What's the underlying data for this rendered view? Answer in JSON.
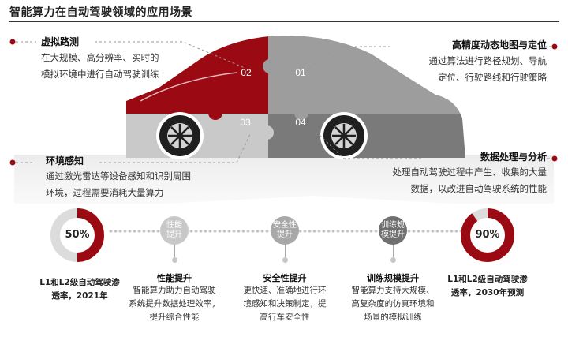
{
  "header": {
    "title": "智能算力在自动驾驶领域的应用场景"
  },
  "quadrants": {
    "q1": {
      "label": "01"
    },
    "q2": {
      "label": "02"
    },
    "q3": {
      "label": "03"
    },
    "q4": {
      "label": "04"
    }
  },
  "virtual_test": {
    "title": "虚拟路测",
    "lines": [
      "在大规模、高分辨率、实时的",
      "模拟环境中进行自动驾驶训练"
    ]
  },
  "hd_map": {
    "title": "高精度动态地图与定位",
    "lines": [
      "通过算法进行路径规划、导航",
      "定位、行驶路线和行驶策略"
    ]
  },
  "env_perception": {
    "title": "环境感知",
    "lines": [
      "通过激光雷达等设备感知和识别周围",
      "环境，过程需要消耗大量算力"
    ]
  },
  "data_processing": {
    "title": "数据处理与分析",
    "lines": [
      "处理自动驾驶过程中产生、收集的大量",
      "数据，以改进自动驾驶系统的性能"
    ]
  },
  "bottom": {
    "left_donut": {
      "value": 50,
      "label": "50%",
      "caption": [
        "L1和L2级自动驾驶渗",
        "透率，2021年"
      ]
    },
    "right_donut": {
      "value": 90,
      "label": "90%",
      "caption": [
        "L1和L2级自动驾驶渗",
        "透率，2030年预测"
      ]
    },
    "items": [
      {
        "circle": [
          "性能",
          "提升"
        ],
        "title": "性能提升",
        "lines": [
          "智能算力助力自动驾驶",
          "系统提升数据处理效率，",
          "提升综合性能"
        ]
      },
      {
        "circle": [
          "安全性",
          "提升"
        ],
        "title": "安全性提升",
        "lines": [
          "更快速、准确地进行环",
          "境感知和决策制定，提",
          "高行车安全性"
        ]
      },
      {
        "circle": [
          "训练规",
          "模提升"
        ],
        "title": "训练规模提升",
        "lines": [
          "智能算力支持大规模、",
          "高复杂度的仿真环境和",
          "场景的模拟训练"
        ]
      }
    ]
  },
  "colors": {
    "accent": "#9b0a12",
    "gray_light": "#c9c9c9",
    "gray_mid": "#9d9d9d",
    "gray_dark": "#7a7a7a"
  }
}
